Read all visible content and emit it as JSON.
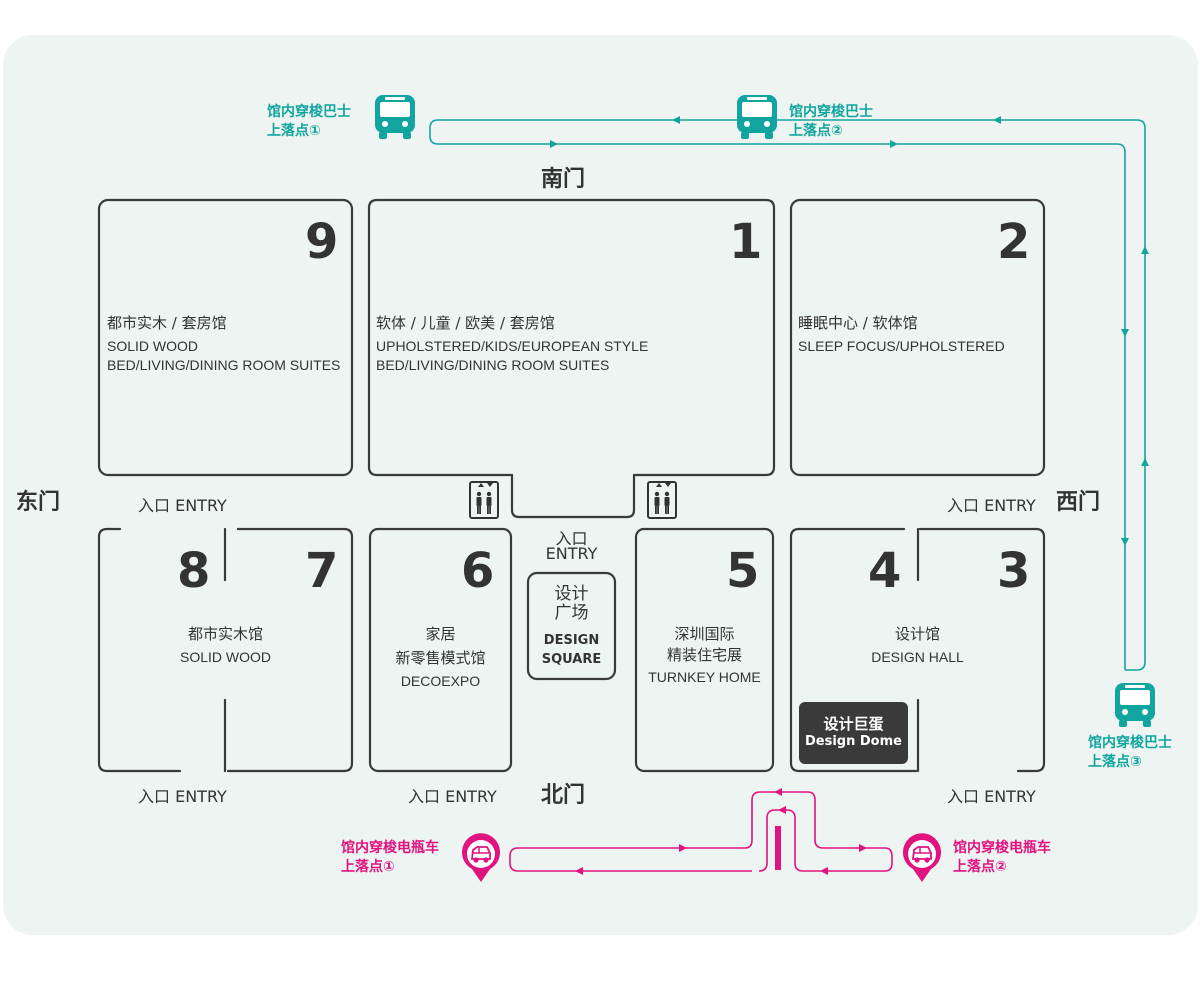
{
  "colors": {
    "background": "#eef4f2",
    "wall": "#3a3a3a",
    "bus_route": "#12a5a0",
    "ebike_route": "#e0137f",
    "dome_fill": "#3a3a3a"
  },
  "gates": {
    "south": "南门",
    "north": "北门",
    "east": "东门",
    "west": "西门"
  },
  "halls": [
    {
      "number": "9",
      "cn": "都市实木 / 套房馆",
      "en1": "SOLID WOOD",
      "en2": "BED/LIVING/DINING ROOM SUITES"
    },
    {
      "number": "1",
      "cn": "软体 / 儿童 / 欧美 / 套房馆",
      "en1": "UPHOLSTERED/KIDS/EUROPEAN STYLE",
      "en2": "BED/LIVING/DINING ROOM SUITES"
    },
    {
      "number": "2",
      "cn": "睡眠中心 / 软体馆",
      "en1": "SLEEP FOCUS/UPHOLSTERED"
    },
    {
      "number": "8",
      "number2": "7",
      "cn": "都市实木馆",
      "en1": "SOLID WOOD"
    },
    {
      "number": "6",
      "cn1": "家居",
      "cn2": "新零售模式馆",
      "en1": "DECOEXPO"
    },
    {
      "number": "5",
      "cn1": "深圳国际",
      "cn2": "精装住宅展",
      "en1": "TURNKEY HOME"
    },
    {
      "number": "4",
      "number2": "3",
      "cn": "设计馆",
      "en1": "DESIGN HALL"
    }
  ],
  "entries": {
    "label": "入口 ENTRY",
    "center_cn": "入口",
    "center_en": "ENTRY"
  },
  "design_square": {
    "cn1": "设计",
    "cn2": "广场",
    "en1": "DESIGN",
    "en2": "SQUARE"
  },
  "design_dome": {
    "cn": "设计巨蛋",
    "en": "Design Dome"
  },
  "bus_stops": [
    {
      "line1": "馆内穿梭巴士",
      "line2": "上落点①"
    },
    {
      "line1": "馆内穿梭巴士",
      "line2": "上落点②"
    },
    {
      "line1": "馆内穿梭巴士",
      "line2": "上落点③"
    }
  ],
  "ebike_stops": [
    {
      "line1": "馆内穿梭电瓶车",
      "line2": "上落点①"
    },
    {
      "line1": "馆内穿梭电瓶车",
      "line2": "上落点②"
    }
  ],
  "icons": [
    "bus-icon",
    "elevator-icon",
    "ebike-pin-icon"
  ]
}
